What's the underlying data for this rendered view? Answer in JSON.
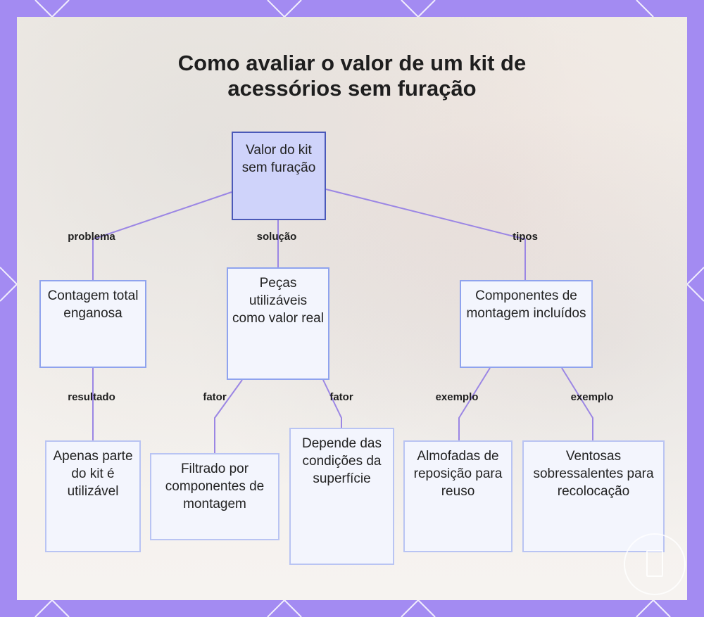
{
  "title": {
    "line1": "Como avaliar o valor de um kit de",
    "line2": "acessórios sem furação"
  },
  "colors": {
    "frame": "#a38bf2",
    "edge": "#9b86e4",
    "root_fill": "#cfd3fa",
    "root_border": "#4b59b8",
    "node_fill": "#f3f5fd",
    "node_border": "#8fa3ee"
  },
  "nodes": {
    "root": "Valor do kit sem furação",
    "count": "Contagem total enganosa",
    "pieces": "Peças utilizáveis como valor real",
    "components": "Componentes de montagem incluídos",
    "partial": "Apenas parte do kit é utilizável",
    "filtered": "Filtrado por componentes de montagem",
    "surface": "Depende das condições da superfície",
    "pads": "Almofadas de reposição para reuso",
    "suction": "Ventosas sobressalentes para recolocação"
  },
  "edges": {
    "problema": "problema",
    "solucao": "solução",
    "tipos": "tipos",
    "resultado": "resultado",
    "fator_1": "fator",
    "fator_2": "fator",
    "exemplo_1": "exemplo",
    "exemplo_2": "exemplo"
  }
}
